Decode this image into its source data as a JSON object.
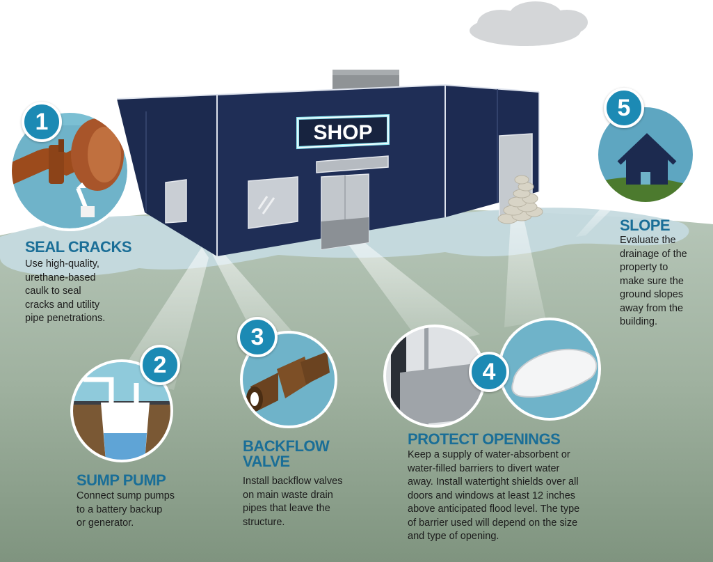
{
  "sign": "SHOP",
  "colors": {
    "building": "#1c2a4f",
    "accent": "#1c8ab4",
    "heading": "#1a6e97",
    "water": "#b9d2d9",
    "ground": "#8ea28e"
  },
  "steps": [
    {
      "number": "1",
      "title": "SEAL CRACKS",
      "lines": [
        "Use high-quality,",
        "urethane-based",
        "caulk to seal",
        "cracks and utility",
        "pipe penetrations."
      ],
      "icon": "pipe-caulk-icon"
    },
    {
      "number": "2",
      "title": "SUMP PUMP",
      "lines": [
        "Connect sump pumps",
        "to a battery backup",
        "or generator."
      ],
      "icon": "sump-pit-icon"
    },
    {
      "number": "3",
      "title_lines": [
        "BACKFLOW",
        "VALVE"
      ],
      "lines": [
        "Install backflow valves",
        "on main waste drain",
        "pipes that leave the",
        "structure."
      ],
      "icon": "backflow-pipe-icon"
    },
    {
      "number": "4",
      "title": "PROTECT OPENINGS",
      "lines": [
        "Keep a supply of water-absorbent or",
        "water-filled barriers to divert water",
        "away. Install watertight shields over all",
        "doors and windows at least 12 inches",
        "above anticipated flood level. The type",
        "of barrier used will depend on the size",
        "and type of opening."
      ],
      "icon": "door-shield-icon"
    },
    {
      "number": "5",
      "title": "SLOPE",
      "lines": [
        "Evaluate the",
        "drainage of the",
        "property to",
        "make sure the",
        "ground slopes",
        "away from the",
        "building."
      ],
      "icon": "house-slope-icon"
    }
  ]
}
